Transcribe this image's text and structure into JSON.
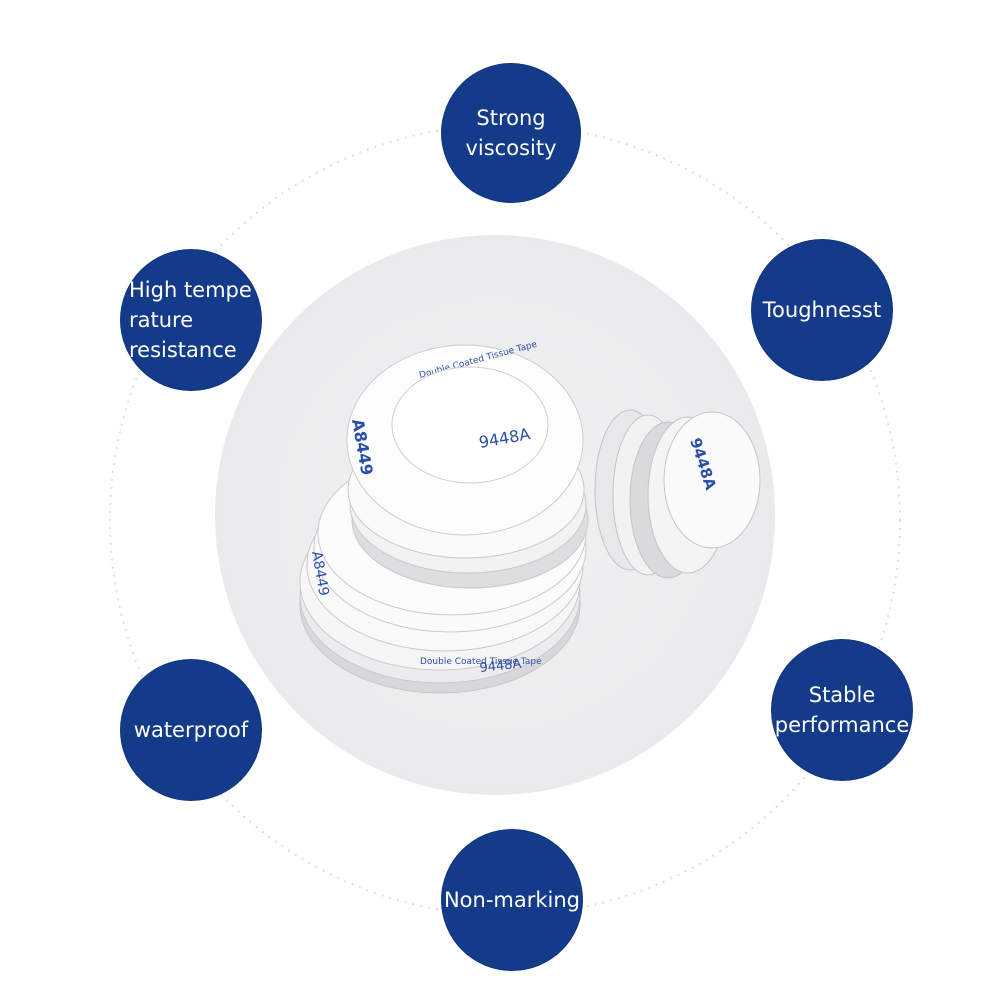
{
  "features": {
    "strong_viscosity": "Strong\nviscosity",
    "high_temp": "High tempe\nrature\nresistance",
    "toughness": "Toughnesst",
    "waterproof": "waterproof",
    "stable": "Stable\nperformance",
    "non_marking": "Non-marking"
  },
  "product": {
    "model": "9448A",
    "model_mirrored": "A8449",
    "label_text": "Double Coated Tissue Tape"
  },
  "colors": {
    "feature_bg": "#143b8a",
    "center_bg": "#ececee",
    "tape_print": "#2b4fa8"
  }
}
